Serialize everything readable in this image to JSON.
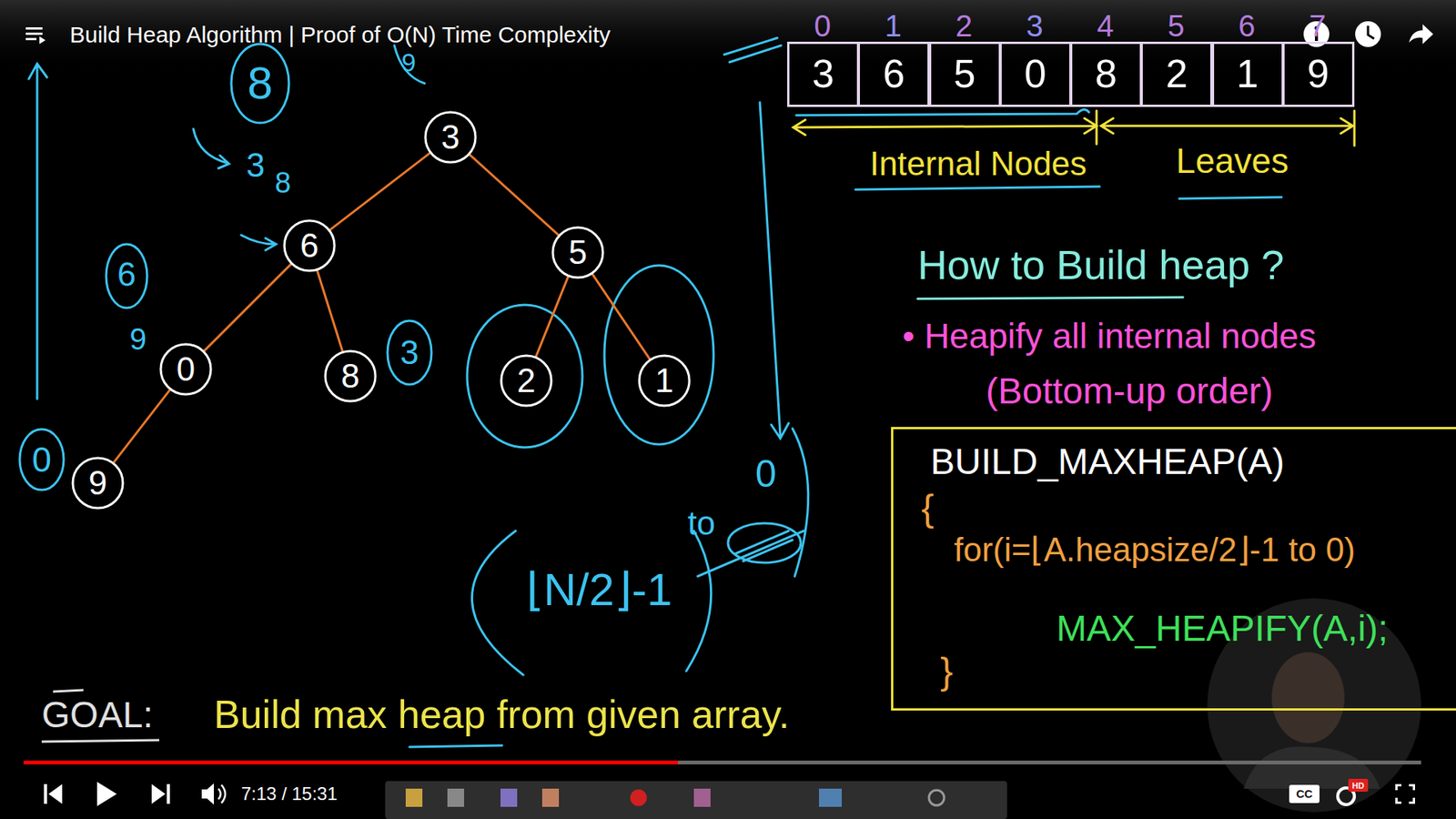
{
  "diagram": {
    "title": "Build Heap Algorithm | Proof of O(N) Time Complexity",
    "nodes": [
      {
        "text": [
          "3"
        ]
      },
      {
        "text": [
          "6"
        ]
      },
      {
        "text": [
          "5"
        ]
      },
      {
        "text": [
          "0"
        ]
      },
      {
        "text": [
          "8"
        ]
      },
      {
        "text": [
          "2"
        ]
      },
      {
        "text": [
          "1"
        ]
      },
      {
        "text": [
          "9"
        ]
      },
      {
        "text": [
          "3"
        ]
      },
      {
        "text": [
          "6"
        ]
      },
      {
        "text": [
          "5"
        ]
      },
      {
        "text": [
          "0"
        ]
      },
      {
        "text": [
          "8"
        ]
      },
      {
        "text": [
          "2"
        ]
      },
      {
        "text": [
          "1"
        ]
      },
      {
        "text": [
          "9"
        ]
      },
      {
        "text": [
          "BUILD_MAXHEAP(A)",
          "{",
          "for(i=⌊A.heapsize/2⌋-1 to 0)",
          "MAX_HEAPIFY(A,i);",
          "}"
        ]
      }
    ],
    "edges": [
      {
        "from": 0,
        "to": 1,
        "arrow": "none"
      },
      {
        "from": 0,
        "to": 2,
        "arrow": "none"
      },
      {
        "from": 1,
        "to": 3,
        "arrow": "none"
      },
      {
        "from": 1,
        "to": 4,
        "arrow": "none"
      },
      {
        "from": 2,
        "to": 5,
        "arrow": "none"
      },
      {
        "from": 2,
        "to": 6,
        "arrow": "none"
      },
      {
        "from": 3,
        "to": 7,
        "arrow": "none"
      }
    ],
    "labels": [
      "0",
      "1",
      "2",
      "3",
      "4",
      "5",
      "6",
      "7",
      "Internal Nodes",
      "Leaves",
      "How to Build heap ?",
      "• Heapify all internal nodes",
      "(Bottom-up order)",
      "GOAL:",
      "Build max heap from given array.",
      "⌊N/2⌋-1",
      "to",
      "0",
      "9",
      "8",
      "3",
      "8",
      "6",
      "9",
      "3",
      "0",
      "7:13 / 15:31",
      "CC",
      "HD"
    ]
  }
}
